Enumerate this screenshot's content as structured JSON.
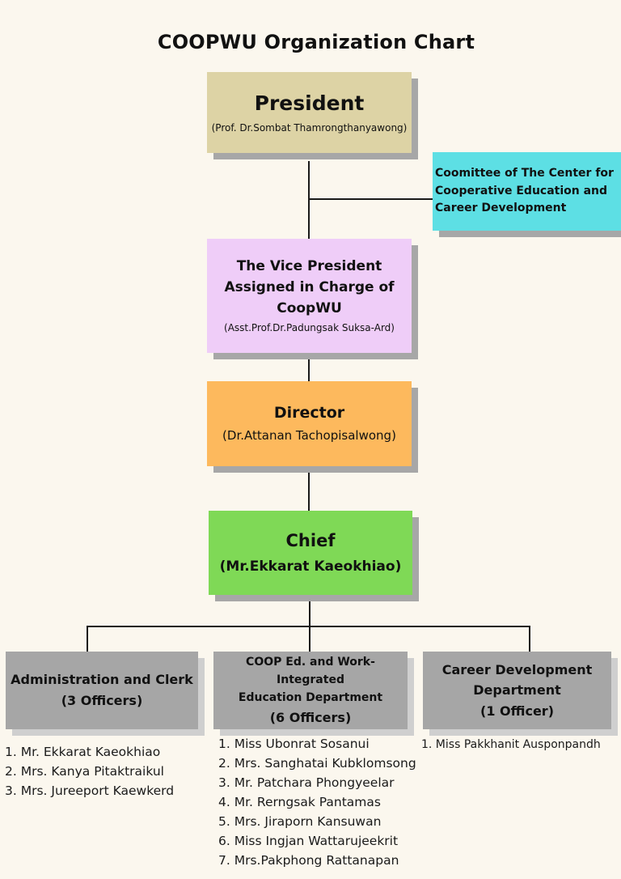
{
  "title": "COOPWU Organization Chart",
  "colors": {
    "background": "#fbf7ee",
    "president": "#ddd3a5",
    "committee": "#5ddfe4",
    "vice_president": "#efcdf8",
    "director": "#fdb95d",
    "chief": "#7fd956",
    "department": "#a6a6a6"
  },
  "president": {
    "title": "President",
    "name": "(Prof. Dr.Sombat Thamrongthanyawong)"
  },
  "committee": {
    "lines": [
      "Coomittee of The Center for",
      "Cooperative Education and",
      "Career Development"
    ]
  },
  "vice_president": {
    "lines": [
      "The Vice President",
      "Assigned in Charge of",
      "CoopWU"
    ],
    "name": "(Asst.Prof.Dr.Padungsak Suksa-Ard)"
  },
  "director": {
    "title": "Director",
    "name": "(Dr.Attanan Tachopisalwong)"
  },
  "chief": {
    "title": "Chief",
    "name": "(Mr.Ekkarat Kaeokhiao)"
  },
  "departments": [
    {
      "lines": [
        "Administration and Clerk"
      ],
      "officers": "(3 Officers)",
      "staff": [
        "1. Mr. Ekkarat Kaeokhiao",
        "2. Mrs. Kanya Pitaktraikul",
        "3. Mrs. Jureeport Kaewkerd"
      ]
    },
    {
      "lines": [
        "COOP Ed. and Work-Integrated",
        "Education Department"
      ],
      "officers": "(6 Officers)",
      "staff": [
        "1. Miss Ubonrat  Sosanui",
        "2. Mrs. Sanghatai Kubklomsong",
        "3. Mr. Patchara Phongyeelar",
        "4. Mr. Rerngsak Pantamas",
        "5. Mrs. Jiraporn Kansuwan",
        "6. Miss Ingjan Wattarujeekrit",
        "7. Mrs.Pakphong Rattanapan"
      ]
    },
    {
      "lines": [
        "Career Development",
        "Department"
      ],
      "officers": "(1 Officer)",
      "staff": [
        "1. Miss Pakkhanit Ausponpandh"
      ]
    }
  ]
}
